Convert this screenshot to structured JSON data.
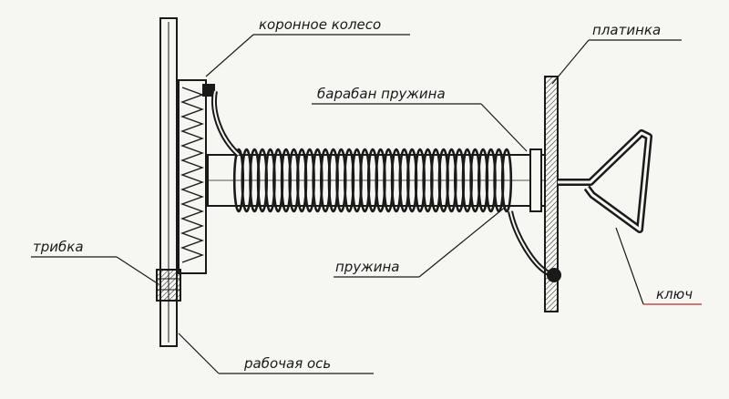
{
  "diagram": {
    "labels": {
      "crown_wheel": "коронное колесо",
      "plate": "платинка",
      "barrel_spring": "барабан пружина",
      "pinion": "трибка",
      "spring": "пружина",
      "key": "ключ",
      "working_axis": "рабочая ось"
    }
  },
  "colors": {
    "ink": "#1a1a1a",
    "paper": "#f6f6f3",
    "underline_red": "#b42a2a"
  }
}
